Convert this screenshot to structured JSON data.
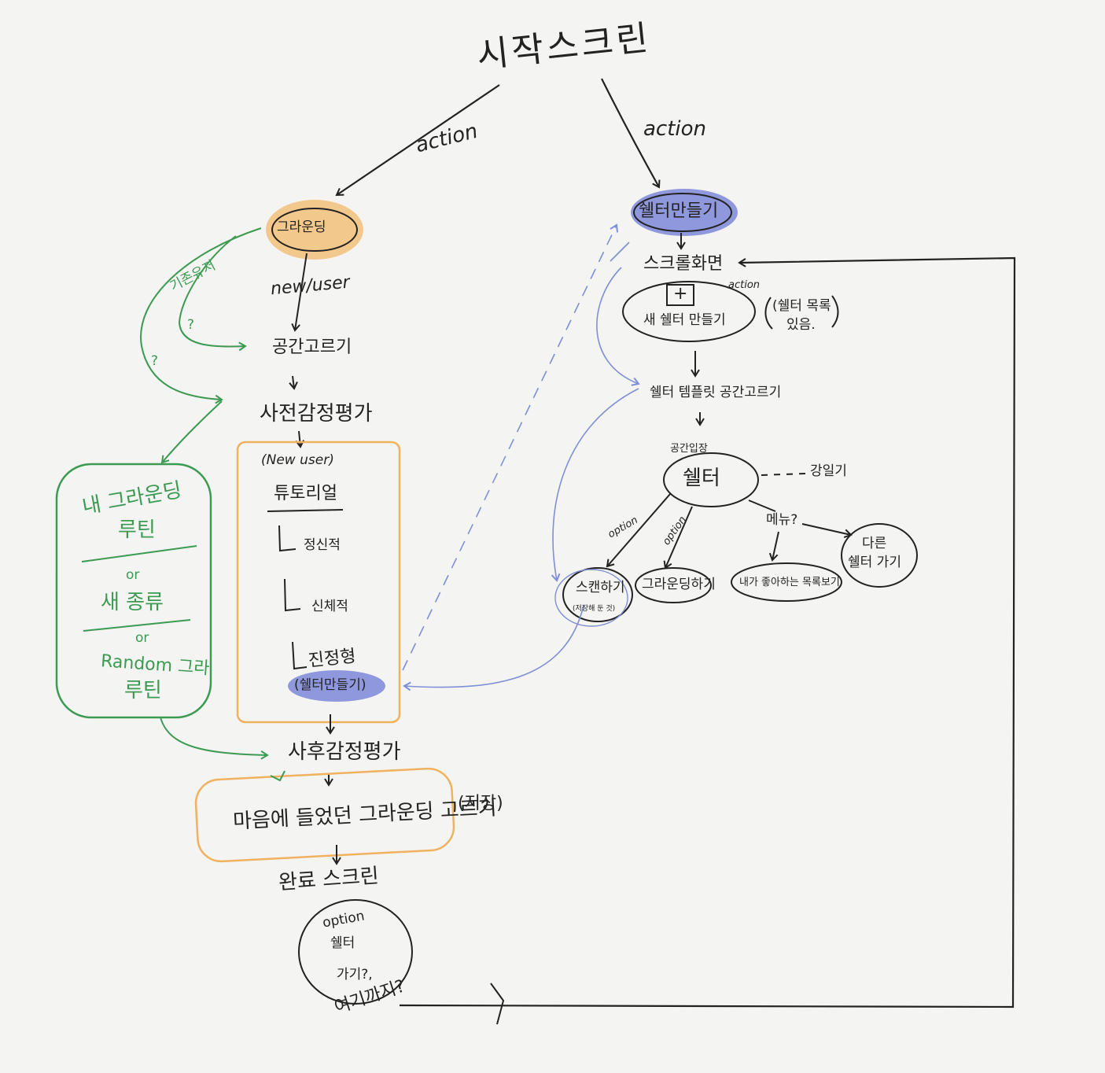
{
  "colors": {
    "ink": "#222222",
    "green": "#3c9a52",
    "orange": "#f3c88c",
    "orange_border": "#f0b25e",
    "blue": "#8f98dc",
    "blue_line": "#7f8fd6",
    "background": "#f4f4f2"
  },
  "title": "시작스크린",
  "left_branch": {
    "action_label": "action",
    "start_node": "그라운딩",
    "new_user_label": "new/user",
    "existing_user_label": "기존유저",
    "question_1": "?",
    "question_2": "?",
    "step_space": "공간고르기",
    "step_pre_eval": "사전감정평가",
    "tutorial": {
      "new_user": "(New user)",
      "heading": "튜토리얼",
      "step_1": "정신적",
      "step_2": "신체적",
      "step_3": "진정형",
      "shelter_badge": "(쉘터만들기)"
    },
    "routine_options": {
      "my_routine_line1": "내 그라운딩",
      "my_routine_line2": "루틴",
      "or_1": "or",
      "new_type": "새 종류",
      "or_2": "or",
      "random_line1": "Random 그라",
      "random_line2": "루틴"
    },
    "step_post_eval": "사후감정평가",
    "favorite_box": "마음에 들었던 그라운딩 고르기",
    "save_note": "(저장)",
    "done_screen": "완료 스크린",
    "done_option": {
      "line1": "option",
      "line2": "쉘터",
      "line3": "가기?,",
      "line4": "여기까지?"
    }
  },
  "right_branch": {
    "action_label": "action",
    "start_node": "쉘터만들기",
    "scroll_screen": "스크롤화면",
    "plus_symbol": "+",
    "new_shelter": "새 쉘터 만들기",
    "plus_action": "action",
    "shelter_list_note_line1": "(쉘터 목록",
    "shelter_list_note_line2": "있음.",
    "template_space": "쉘터 템플릿 공간고르기",
    "space_feeling": "공간입장",
    "shelter": "쉘터",
    "exit_note": "강일기",
    "edge_option_1": "option",
    "edge_option_2": "option",
    "edge_menu": "메뉴?",
    "action_scan": "스캔하기",
    "scan_sub": "(저장해 둔 것)",
    "action_grounding": "그라운딩하기",
    "action_favorites": "내가 좋아하는 목록보기",
    "action_other_line1": "다른",
    "action_other_line2": "쉘터 가기"
  }
}
